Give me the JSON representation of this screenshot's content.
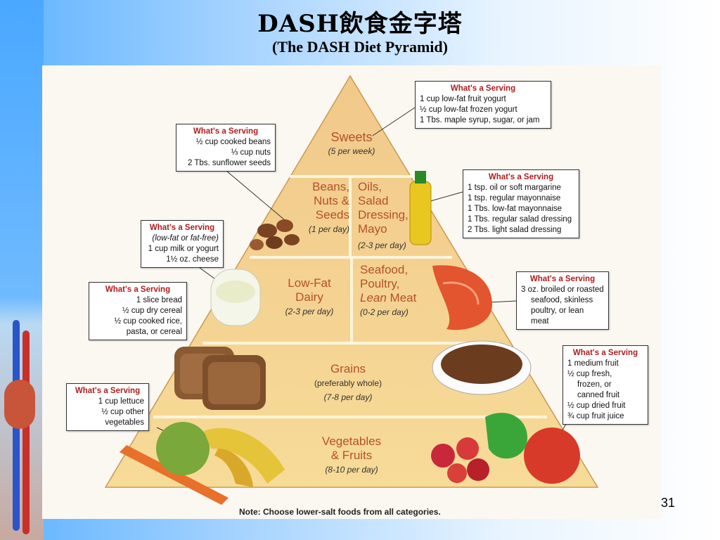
{
  "title": "DASH飲食金字塔",
  "subtitle": "(The DASH Diet Pyramid)",
  "slide_number": "31",
  "note": "Note: Choose lower-salt foods from all categories.",
  "colors": {
    "heading_red": "#b01c1c",
    "category_orange": "#b5502a",
    "pyramid_tan": "#f3cf86"
  },
  "pyramid": {
    "sweets": {
      "label": "Sweets",
      "freq": "(5 per week)"
    },
    "beans": {
      "label_lines": [
        "Beans,",
        "Nuts &",
        "Seeds"
      ],
      "freq": "(1 per day)"
    },
    "oils": {
      "label_lines": [
        "Oils,",
        "Salad",
        "Dressing,",
        "Mayo"
      ],
      "freq": "(2-3 per day)"
    },
    "dairy": {
      "label_lines": [
        "Low-Fat",
        "Dairy"
      ],
      "freq": "(2-3 per day)"
    },
    "seafood": {
      "label_lines": [
        "Seafood,",
        "Poultry,"
      ],
      "lean": "Lean",
      "meat": " Meat",
      "freq": "(0-2 per day)"
    },
    "grains": {
      "label": "Grains",
      "sub": "(preferably whole)",
      "freq": "(7-8 per day)"
    },
    "veg": {
      "label_lines": [
        "Vegetables",
        "& Fruits"
      ],
      "freq": "(8-10 per day)"
    }
  },
  "servings": {
    "heading": "What's a Serving",
    "sweets": [
      "1 cup low-fat fruit yogurt",
      "½ cup low-fat frozen yogurt",
      "1 Tbs. maple syrup, sugar, or jam"
    ],
    "beans": [
      "½ cup cooked beans",
      "⅓ cup nuts",
      "2 Tbs. sunflower seeds"
    ],
    "oils": [
      "1 tsp. oil or soft margarine",
      "1 tsp. regular mayonnaise",
      "1 Tbs. low-fat mayonnaise",
      "1 Tbs. regular salad dressing",
      "2 Tbs. light salad dressing"
    ],
    "dairy": [
      "(low-fat or fat-free)",
      "1 cup milk or yogurt",
      "1½ oz. cheese"
    ],
    "seafood": [
      "3 oz. broiled or roasted",
      "seafood, skinless",
      "poultry, or lean",
      "meat"
    ],
    "grains": [
      "1 slice bread",
      "½ cup dry cereal",
      "½ cup cooked rice,",
      "pasta, or cereal"
    ],
    "veg": [
      "1 cup lettuce",
      "½ cup other",
      "vegetables"
    ],
    "fruit": [
      "1 medium fruit",
      "½ cup fresh,",
      "frozen, or",
      "canned fruit",
      "½ cup dried fruit",
      "¾ cup fruit juice"
    ]
  }
}
